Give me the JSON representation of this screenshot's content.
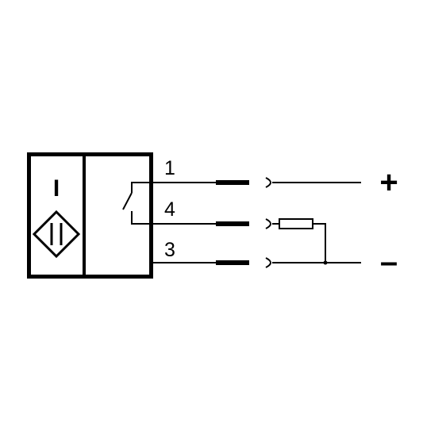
{
  "diagram": {
    "sensor_letter": "I",
    "pins": [
      {
        "number": "1"
      },
      {
        "number": "4"
      },
      {
        "number": "3"
      }
    ],
    "supply": {
      "positive": "+",
      "negative": "–"
    }
  },
  "colors": {
    "line": "#000000",
    "background": "#ffffff"
  },
  "icons": [
    "inductive-sensor-icon",
    "switch-contact-icon",
    "load-resistor-icon",
    "connector-icon"
  ]
}
